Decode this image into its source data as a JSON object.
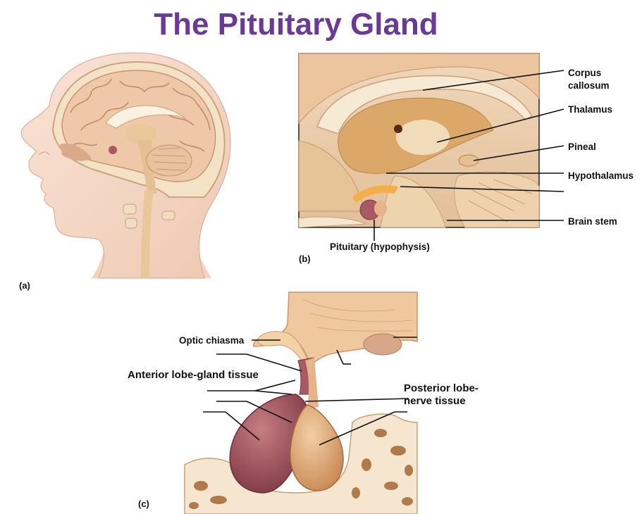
{
  "title": "The Pituitary Gland",
  "panels": {
    "a": "(a)",
    "b": "(b)",
    "c": "(c)"
  },
  "labels_b": {
    "corpus_callosum_1": "Corpus",
    "corpus_callosum_2": "callosum",
    "thalamus": "Thalamus",
    "pineal": "Pineal",
    "hypothalamus": "Hypothalamus",
    "brain_stem": "Brain stem",
    "pituitary": "Pituitary (hypophysis)"
  },
  "labels_c": {
    "optic_chiasma": "Optic chiasma",
    "anterior_lobe": "Anterior lobe-gland tissue",
    "posterior_lobe_1": "Posterior lobe-",
    "posterior_lobe_2": "nerve tissue"
  },
  "colors": {
    "title": "#6a3a96",
    "skin": "#f5d9c8",
    "brain": "#eec9a8",
    "anterior_lobe": "#a85a62",
    "posterior_lobe": "#e6b48a",
    "bone": "#f6e6cf",
    "bone_holes": "#b07a4a"
  }
}
